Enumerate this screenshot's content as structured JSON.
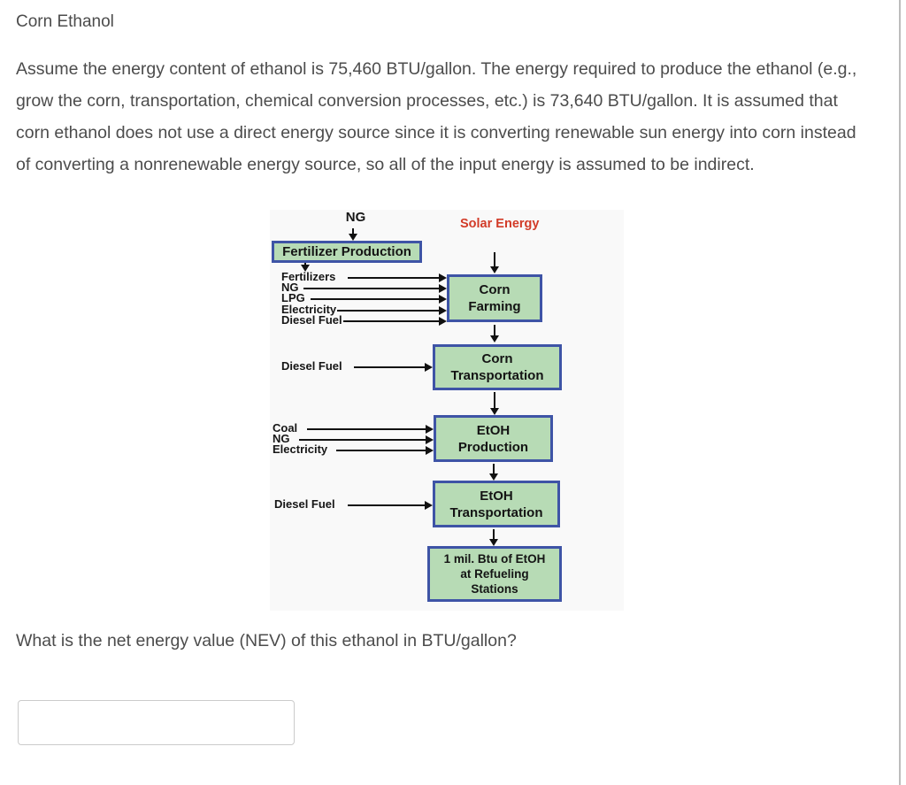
{
  "page": {
    "title": "Corn Ethanol",
    "paragraph": "Assume the energy content of ethanol is 75,460 BTU/gallon. The energy required to produce the ethanol (e.g., grow the corn, transportation, chemical conversion processes, etc.) is 73,640 BTU/gallon. It is assumed that corn ethanol does not use a direct energy source since it is converting renewable sun energy into corn instead of converting a nonrenewable energy source, so all of the input energy is assumed to be indirect.",
    "question": "What is the net energy value (NEV) of this ethanol in BTU/gallon?",
    "answer_placeholder": ""
  },
  "diagram": {
    "colors": {
      "box_fill": "#b7dbb5",
      "box_border": "#3e54a6",
      "arrow": "#111111",
      "solar_text": "#d23b28"
    },
    "ng_source_label": "NG",
    "solar_line1": "Solar",
    "solar_line2": "Energy",
    "fertilizer_production_label": "Fertilizer Production",
    "corn_farming_line1": "Corn",
    "corn_farming_line2": "Farming",
    "corn_farming_inputs": [
      "Fertilizers",
      "NG",
      "LPG",
      "Electricity",
      "Diesel Fuel"
    ],
    "corn_transportation_line1": "Corn",
    "corn_transportation_line2": "Transportation",
    "corn_transportation_input": "Diesel Fuel",
    "etoh_production_line1": "EtOH",
    "etoh_production_line2": "Production",
    "etoh_production_inputs": [
      "Coal",
      "NG",
      "Electricity"
    ],
    "etoh_transportation_line1": "EtOH",
    "etoh_transportation_line2": "Transportation",
    "etoh_transportation_input": "Diesel Fuel",
    "refueling_line1": "1 mil. Btu of EtOH",
    "refueling_line2": "at Refueling",
    "refueling_line3": "Stations"
  }
}
